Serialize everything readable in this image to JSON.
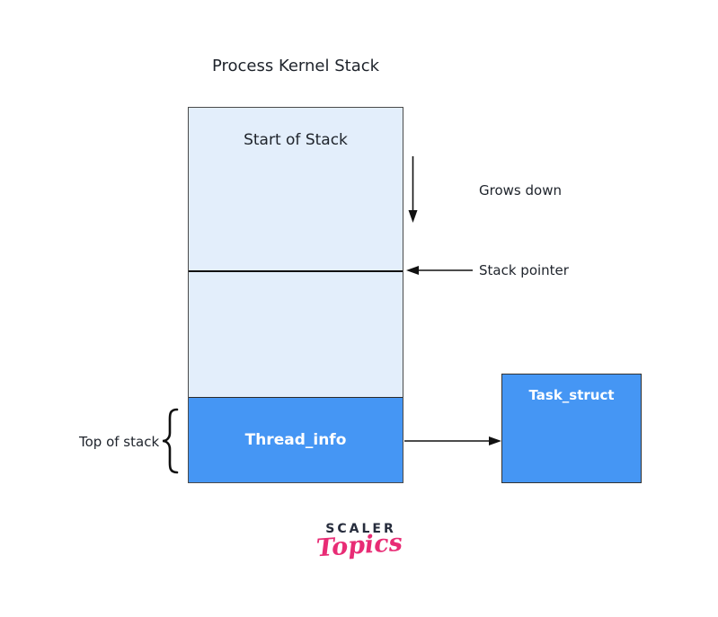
{
  "title": "Process Kernel Stack",
  "stack": {
    "start_label": "Start of Stack",
    "thread_label": "Thread_info"
  },
  "annotations": {
    "grows_down": "Grows down",
    "stack_pointer": "Stack pointer",
    "top_of_stack": "Top of stack"
  },
  "task_struct": {
    "label": "Task_struct"
  },
  "logo": {
    "line1": "SCALER",
    "line2": "Topics"
  },
  "icons": {
    "grows_down_arrow": "down-arrow-icon",
    "stack_pointer_arrow": "left-arrow-icon",
    "thread_task_arrow": "right-arrow-icon",
    "brace": "curly-brace-icon"
  },
  "colors": {
    "light_blue": "#e3eefb",
    "blue": "#4596f4",
    "navy": "#262c3c",
    "pink": "#e82c75",
    "line": "#111111"
  }
}
